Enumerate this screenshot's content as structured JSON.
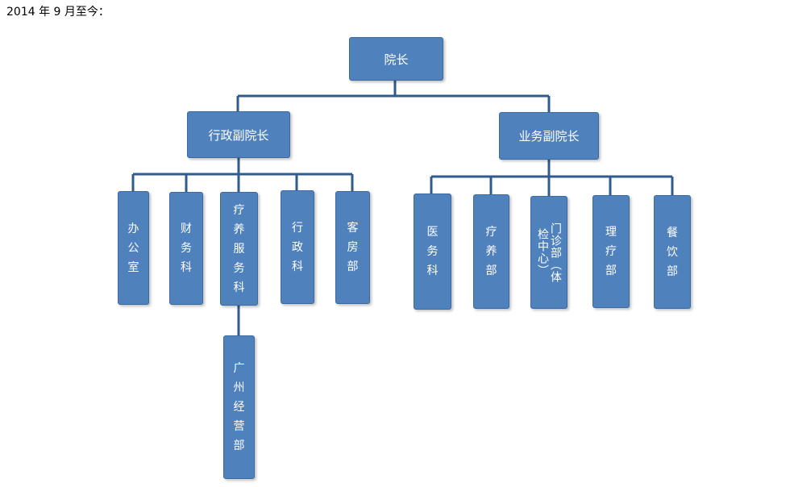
{
  "caption": "2014 年 9 月至今：",
  "colors": {
    "box": "#4f81bd",
    "box_border": "#3b6a9f",
    "text": "#ffffff",
    "line": "#2f5b8f"
  },
  "org": {
    "root": "院长",
    "vp_admin": "行政副院长",
    "vp_business": "业务副院长",
    "admin_depts": {
      "office": "办公室",
      "finance": "财务科",
      "therapy_service": "疗养服务科",
      "administration": "行政科",
      "guest_rooms": "客房部"
    },
    "sub_dept": "广州经营部",
    "business_depts": {
      "medical": "医务科",
      "recuperation": "疗养部",
      "outpatient": "门诊部（体检中心）",
      "physiotherapy": "理疗部",
      "catering": "餐饮部"
    }
  }
}
